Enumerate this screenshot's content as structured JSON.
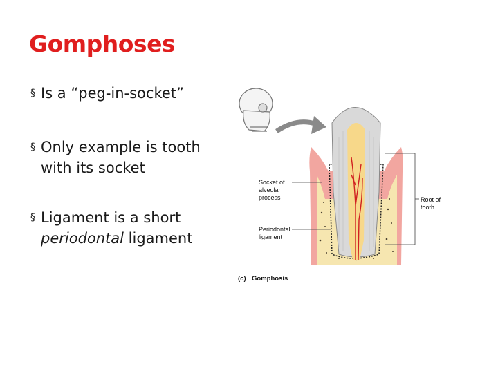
{
  "slide": {
    "title": "Gomphoses",
    "bullet_glyph": "§",
    "bullets": [
      {
        "text": "Is a “peg-in-socket”"
      },
      {
        "text": "Only example is tooth with its socket"
      },
      {
        "before": "Ligament is a short ",
        "emphasis": "periodontal",
        "after": " ligament"
      }
    ]
  },
  "figure": {
    "labels": {
      "socket_line1": "Socket of",
      "socket_line2": "alveolar",
      "socket_line3": "process",
      "root_line1": "Root of",
      "root_line2": "tooth",
      "perio_line1": "Periodontal",
      "perio_line2": "ligament"
    },
    "caption_part": "(c)",
    "caption_text": "Gomphosis",
    "colors": {
      "gum": "#f2a6a0",
      "bone": "#f6e6b0",
      "tooth": "#d9d9d9",
      "pulp": "#f7d88a",
      "vessel": "#d02020",
      "arrow": "#8a8a8a"
    }
  }
}
